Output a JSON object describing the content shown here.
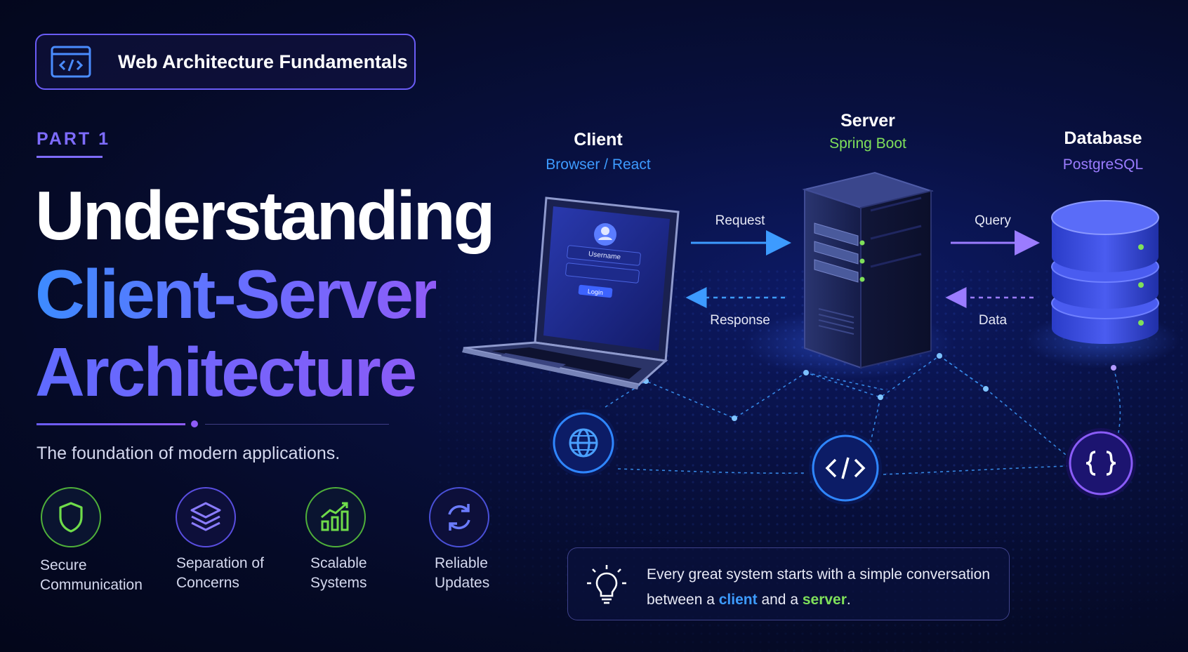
{
  "header": {
    "badge_label": "Web Architecture Fundamentals",
    "icon": "code-window-icon"
  },
  "part_label": "PART 1",
  "headline": {
    "line1": "Understanding",
    "line2": "Client-Server",
    "line3": "Architecture"
  },
  "tagline": "The foundation of modern applications.",
  "features": [
    {
      "line1": "Secure",
      "line2": "Communication",
      "icon": "shield-icon",
      "color": "#6fdc4a"
    },
    {
      "line1": "Separation of",
      "line2": "Concerns",
      "icon": "layers-icon",
      "color": "#7b6cff"
    },
    {
      "line1": "Scalable",
      "line2": "Systems",
      "icon": "growth-chart-icon",
      "color": "#6fdc4a"
    },
    {
      "line1": "Reliable",
      "line2": "Updates",
      "icon": "refresh-icon",
      "color": "#6b7cff"
    }
  ],
  "nodes": {
    "client": {
      "title": "Client",
      "subtitle": "Browser / React",
      "color": "#3d9bff",
      "icon": "laptop-icon"
    },
    "server": {
      "title": "Server",
      "subtitle": "Spring Boot",
      "color": "#7fe05a",
      "icon": "server-icon"
    },
    "database": {
      "title": "Database",
      "subtitle": "PostgreSQL",
      "color": "#9b7cff",
      "icon": "database-icon"
    }
  },
  "laptop_screen": {
    "username": "Username",
    "button": "Login"
  },
  "flows": {
    "request": "Request",
    "response": "Response",
    "query": "Query",
    "data": "Data"
  },
  "network_icons": [
    "globe-icon",
    "code-icon",
    "braces-icon"
  ],
  "quote": {
    "before": "Every great system starts with a simple conversation between a ",
    "client_word": "client",
    "middle": " and a ",
    "server_word": "server",
    "after": ".",
    "icon": "lightbulb-icon"
  },
  "colors": {
    "accent_purple": "#7e6cff",
    "accent_blue": "#3d9bff",
    "accent_green": "#7fe05a"
  }
}
